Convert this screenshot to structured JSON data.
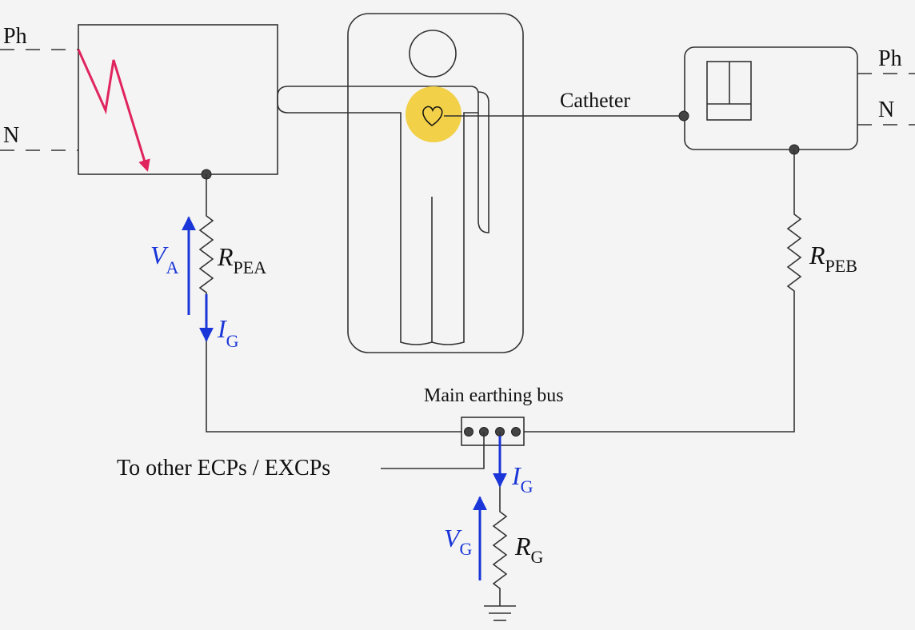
{
  "labels": {
    "left_phase": "Ph",
    "left_neutral": "N",
    "right_phase": "Ph",
    "right_neutral": "N",
    "catheter": "Catheter",
    "main_earthing_bus": "Main earthing bus",
    "to_other": "To other ECPs / EXCPs"
  },
  "symbols": {
    "va_main": "V",
    "va_sub": "A",
    "rpea_main": "R",
    "rpea_sub": "PEA",
    "ig1_main": "I",
    "ig1_sub": "G",
    "rpeb_main": "R",
    "rpeb_sub": "PEB",
    "ig2_main": "I",
    "ig2_sub": "G",
    "vg_main": "V",
    "vg_sub": "G",
    "rg_main": "R",
    "rg_sub": "G"
  },
  "colors": {
    "background": "#f4f4f4",
    "wire": "#333333",
    "fault_arrow": "#e0245e",
    "annotation_blue": "#1a35d8",
    "heart_highlight": "#f2d048"
  },
  "icons": [
    "fault-lightning-icon",
    "patient-figure-icon",
    "heart-icon",
    "earth-ground-icon",
    "monitor-icon"
  ]
}
